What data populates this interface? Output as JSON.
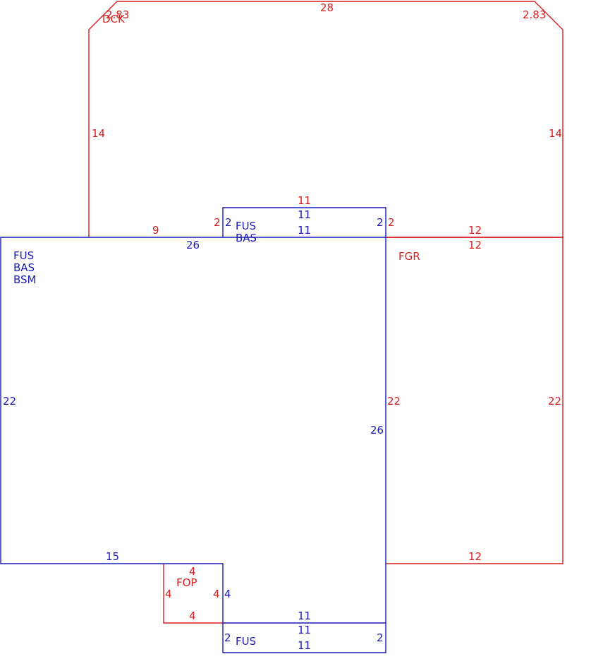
{
  "colors": {
    "red": "#d81e1e",
    "blue": "#1a1ab8"
  },
  "areas": {
    "dck": {
      "code": "DCK",
      "top": "28",
      "left": "14",
      "right": "14",
      "bottom": "9",
      "corner_left": "2.83",
      "corner_right": "2.83"
    },
    "fus_top": {
      "codes": [
        "FUS",
        "BAS"
      ],
      "top_outer": "11",
      "top_inner": "11",
      "bottom": "11",
      "left": "2",
      "right": "2",
      "left_outer": "2",
      "right_outer": "2"
    },
    "main": {
      "codes": [
        "FUS",
        "BAS",
        "BSM"
      ],
      "top": "26",
      "left": "22",
      "right": "26",
      "bottom": "15",
      "notch": "4"
    },
    "fgr": {
      "code": "FGR",
      "top_outer": "12",
      "top_inner": "12",
      "left": "22",
      "right": "22",
      "bottom": "12"
    },
    "fop": {
      "code": "FOP",
      "top": "4",
      "left": "4",
      "right": "4",
      "bottom": "4"
    },
    "fus_bottom": {
      "code": "FUS",
      "top_outer": "11",
      "top_inner": "11",
      "bottom": "11",
      "left": "2",
      "right": "2"
    }
  }
}
